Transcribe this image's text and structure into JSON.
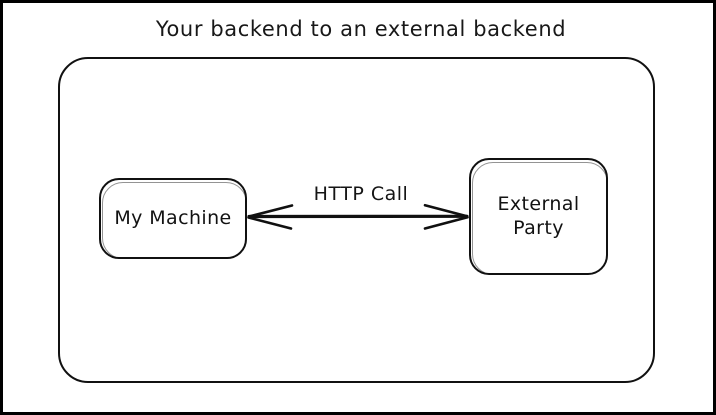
{
  "diagram": {
    "title": "Your backend to an external backend",
    "type": "flow-diagram",
    "style": "hand-drawn",
    "background_color": "#ffffff",
    "stroke_color": "#111111",
    "boundary": {
      "name": "outer-boundary",
      "shape": "rounded-rectangle",
      "label": ""
    },
    "nodes": [
      {
        "id": "my-machine",
        "label": "My Machine",
        "shape": "rounded-rectangle"
      },
      {
        "id": "external-party",
        "label": "External\nParty",
        "shape": "rounded-rectangle"
      }
    ],
    "edges": [
      {
        "id": "http-call",
        "label": "HTTP Call",
        "from": "my-machine",
        "to": "external-party",
        "direction": "bidirectional",
        "arrowheads": [
          "left",
          "right"
        ]
      }
    ]
  }
}
